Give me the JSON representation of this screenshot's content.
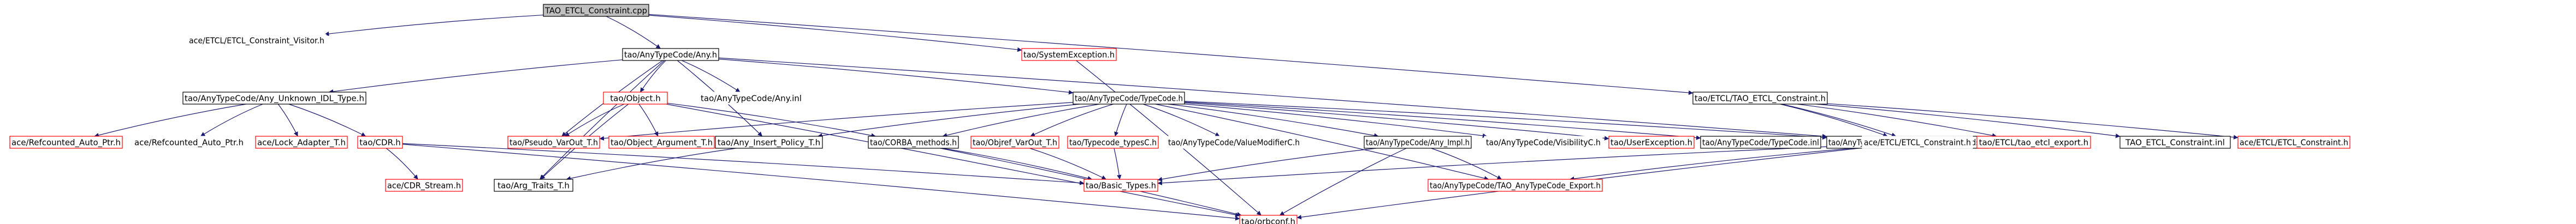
{
  "colors": {
    "edge": "#191970",
    "root_fill": "#bfbfbf",
    "root_border": "#000000",
    "normal_border": "#000000",
    "missing_border": "#ff0000",
    "ghost_border": "#ffffff",
    "node_fill": "#ffffff"
  },
  "nodes": [
    {
      "id": "n0",
      "label": "TAO_ETCL_Constraint.cpp",
      "style": "root"
    },
    {
      "id": "n1",
      "label": "ace/ETCL/ETCL_Constraint_Visitor.h",
      "style": "ghost"
    },
    {
      "id": "n2",
      "label": "tao/AnyTypeCode/Any.h",
      "style": "normal"
    },
    {
      "id": "n3",
      "label": "tao/SystemException.h",
      "style": "missing"
    },
    {
      "id": "n4",
      "label": "tao/ETCL/TAO_ETCL_Constraint.h",
      "style": "normal"
    },
    {
      "id": "n5",
      "label": "tao/AnyTypeCode/Any_Unknown_IDL_Type.h",
      "style": "normal"
    },
    {
      "id": "n6",
      "label": "tao/Object.h",
      "style": "missing"
    },
    {
      "id": "n7",
      "label": "tao/AnyTypeCode/Any.inl",
      "style": "ghost"
    },
    {
      "id": "n8",
      "label": "tao/AnyTypeCode/TypeCode.h",
      "style": "normal"
    },
    {
      "id": "n9",
      "label": "ace/Refcounted_Auto_Ptr.h",
      "style": "missing"
    },
    {
      "id": "n10",
      "label": "ace/Refcounted_Auto_Ptr.h",
      "style": "ghost"
    },
    {
      "id": "n11",
      "label": "ace/Lock_Adapter_T.h",
      "style": "missing"
    },
    {
      "id": "n12",
      "label": "tao/CDR.h",
      "style": "missing"
    },
    {
      "id": "n13",
      "label": "tao/Pseudo_VarOut_T.h",
      "style": "missing"
    },
    {
      "id": "n14",
      "label": "tao/Object_Argument_T.h",
      "style": "missing"
    },
    {
      "id": "n15",
      "label": "tao/Arg_Traits_T.h",
      "style": "normal"
    },
    {
      "id": "n16",
      "label": "tao/Any_Insert_Policy_T.h",
      "style": "normal"
    },
    {
      "id": "n17",
      "label": "tao/CORBA_methods.h",
      "style": "normal"
    },
    {
      "id": "n18",
      "label": "tao/Objref_VarOut_T.h",
      "style": "missing"
    },
    {
      "id": "n19",
      "label": "tao/Typecode_typesC.h",
      "style": "missing"
    },
    {
      "id": "n20",
      "label": "tao/AnyTypeCode/ValueModifierC.h",
      "style": "ghost"
    },
    {
      "id": "n21",
      "label": "tao/AnyTypeCode/Any_Impl.h",
      "style": "normal"
    },
    {
      "id": "n22",
      "label": "tao/AnyTypeCode/VisibilityC.h",
      "style": "ghost"
    },
    {
      "id": "n23",
      "label": "tao/UserException.h",
      "style": "missing"
    },
    {
      "id": "n24",
      "label": "tao/AnyTypeCode/TypeCode.inl",
      "style": "normal"
    },
    {
      "id": "n25",
      "label": "tao/AnyTypeCode/AnyTypeCode_methods.h",
      "style": "normal"
    },
    {
      "id": "n26",
      "label": "ace/ETCL/ETCL_Constraint.h",
      "style": "ghost"
    },
    {
      "id": "n27",
      "label": "tao/ETCL/tao_etcl_export.h",
      "style": "missing"
    },
    {
      "id": "n28",
      "label": "TAO_ETCL_Constraint.inl",
      "style": "normal"
    },
    {
      "id": "n29",
      "label": "ace/ETCL/ETCL_Constraint.h",
      "style": "missing"
    },
    {
      "id": "n30",
      "label": "ace/CDR_Stream.h",
      "style": "missing"
    },
    {
      "id": "n31",
      "label": "tao/Basic_Types.h",
      "style": "missing"
    },
    {
      "id": "n32",
      "label": "tao/AnyTypeCode/TAO_AnyTypeCode_Export.h",
      "style": "missing"
    },
    {
      "id": "n33",
      "label": "tao/orbconf.h",
      "style": "missing"
    }
  ],
  "edges": [
    [
      "n0",
      "n1"
    ],
    [
      "n0",
      "n2"
    ],
    [
      "n0",
      "n3"
    ],
    [
      "n0",
      "n4"
    ],
    [
      "n2",
      "n5"
    ],
    [
      "n2",
      "n6"
    ],
    [
      "n2",
      "n7"
    ],
    [
      "n2",
      "n8"
    ],
    [
      "n2",
      "n13"
    ],
    [
      "n2",
      "n15"
    ],
    [
      "n2",
      "n16"
    ],
    [
      "n2",
      "n25"
    ],
    [
      "n5",
      "n9"
    ],
    [
      "n5",
      "n10"
    ],
    [
      "n5",
      "n11"
    ],
    [
      "n5",
      "n12"
    ],
    [
      "n6",
      "n13"
    ],
    [
      "n6",
      "n14"
    ],
    [
      "n6",
      "n15"
    ],
    [
      "n6",
      "n17"
    ],
    [
      "n6",
      "n33"
    ],
    [
      "n8",
      "n13"
    ],
    [
      "n8",
      "n16"
    ],
    [
      "n8",
      "n17"
    ],
    [
      "n8",
      "n18"
    ],
    [
      "n8",
      "n19"
    ],
    [
      "n8",
      "n20"
    ],
    [
      "n8",
      "n21"
    ],
    [
      "n8",
      "n22"
    ],
    [
      "n8",
      "n23"
    ],
    [
      "n8",
      "n24"
    ],
    [
      "n8",
      "n25"
    ],
    [
      "n8",
      "n32"
    ],
    [
      "n12",
      "n30"
    ],
    [
      "n12",
      "n31"
    ],
    [
      "n12",
      "n33"
    ],
    [
      "n16",
      "n15"
    ],
    [
      "n17",
      "n31"
    ],
    [
      "n17",
      "n33"
    ],
    [
      "n18",
      "n31"
    ],
    [
      "n19",
      "n31"
    ],
    [
      "n21",
      "n31"
    ],
    [
      "n21",
      "n32"
    ],
    [
      "n21",
      "n33"
    ],
    [
      "n25",
      "n31"
    ],
    [
      "n25",
      "n32"
    ],
    [
      "n25",
      "n33"
    ],
    [
      "n3",
      "n33"
    ],
    [
      "n4",
      "n25"
    ],
    [
      "n4",
      "n26"
    ],
    [
      "n4",
      "n27"
    ],
    [
      "n4",
      "n28"
    ],
    [
      "n4",
      "n29"
    ]
  ]
}
